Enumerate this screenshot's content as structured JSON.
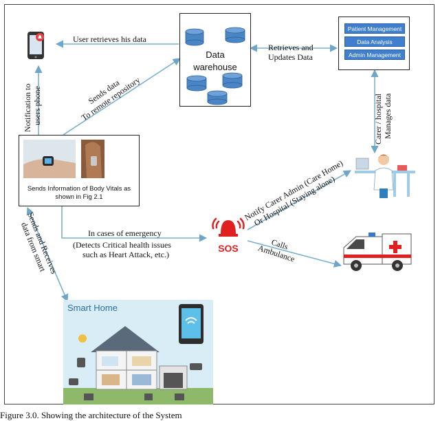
{
  "labels": {
    "user_retrieves": "User retrieves his data",
    "data_warehouse_line1": "Data",
    "data_warehouse_line2": "warehouse",
    "retrieves_updates_line1": "Retrieves and",
    "retrieves_updates_line2": "Updates Data",
    "sends_data_line1": "Sends data",
    "sends_data_line2": "To remote repository",
    "notification_line1": "Notification to",
    "notification_line2": "users phone",
    "body_vitals_line1": "Sends Information of Body Vitals as",
    "body_vitals_line2": "shown in Fig 2.1",
    "carer_line1": "Carer / hospital",
    "carer_line2": "Manages data",
    "emergency_line1": "In cases of emergency",
    "emergency_line2": "(Detects Critical health issues",
    "emergency_line3": "such as Heart Attack, etc.)",
    "sos": "SOS",
    "notify_line1": "Notify Carer Admin (Care Home)",
    "notify_line2": "Or Hospital (Staying alone)",
    "calls_line1": "Calls",
    "calls_line2": "Ambulance",
    "smart_line1": "Sends and Receives",
    "smart_line2": "data from smart",
    "smart_home": "Smart Home",
    "caption": "Figure 3.0. Showing the architecture of the System"
  },
  "management": [
    "Patient Management",
    "Data Analysis",
    "Admin Management"
  ],
  "colors": {
    "arrow": "#7ab0cf",
    "cylinder": "#4a86c5",
    "menu": "#3f7fce",
    "sos_red": "#e02020",
    "phone_red": "#e84040"
  },
  "icons": [
    "phone-notification-icon",
    "database-cylinder-icon",
    "sos-alarm-icon",
    "ambulance-icon",
    "doctor-icon",
    "smart-home-icon"
  ]
}
